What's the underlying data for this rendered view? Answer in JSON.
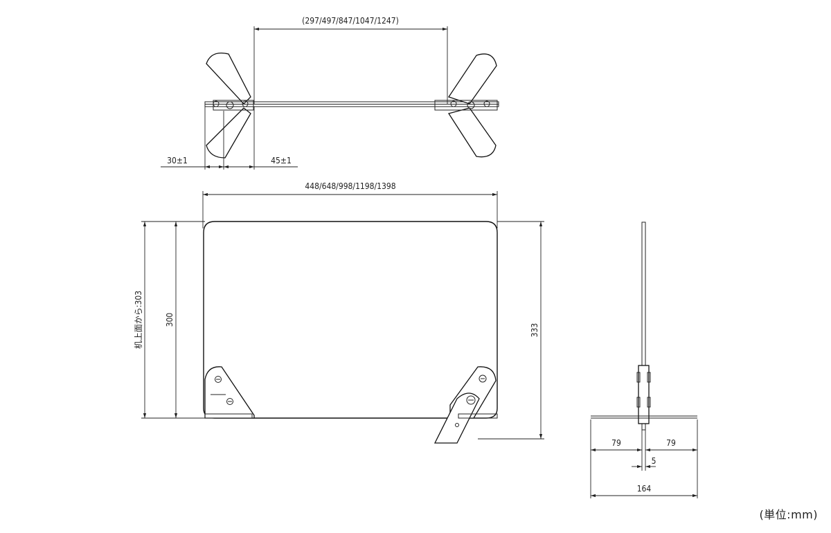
{
  "top_view": {
    "width_dims": "(297/497/847/1047/1247)",
    "foot_offset": "30±1",
    "foot_depth": "45±1"
  },
  "front_view": {
    "overall_width": "448/648/998/1198/1398",
    "height_from_desk": "机上面から:303",
    "panel_height": "300",
    "overall_height": "333"
  },
  "side_view": {
    "left_span": "79",
    "right_span": "79",
    "thickness": "5",
    "overall_depth": "164"
  },
  "unit_note": "(単位:mm)"
}
